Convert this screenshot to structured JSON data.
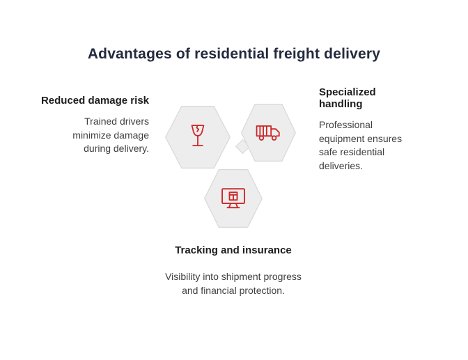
{
  "title": "Advantages of residential freight delivery",
  "cards": [
    {
      "heading": "Reduced damage risk",
      "body": "Trained drivers minimize damage during delivery.",
      "icon": "broken-glass-icon"
    },
    {
      "heading": "Specialized handling",
      "body": "Professional equipment ensures safe residential deliveries.",
      "icon": "delivery-truck-icon"
    },
    {
      "heading": "Tracking and insurance",
      "body": "Visibility into shipment progress and financial protection.",
      "icon": "monitor-package-icon"
    }
  ],
  "colors": {
    "accent": "#cc2628",
    "hexagon_fill": "#ededed",
    "hexagon_border": "#d7d7d7",
    "title_color": "#232a3d",
    "heading_color": "#1c1c1c",
    "body_color": "#3f3f3f"
  }
}
